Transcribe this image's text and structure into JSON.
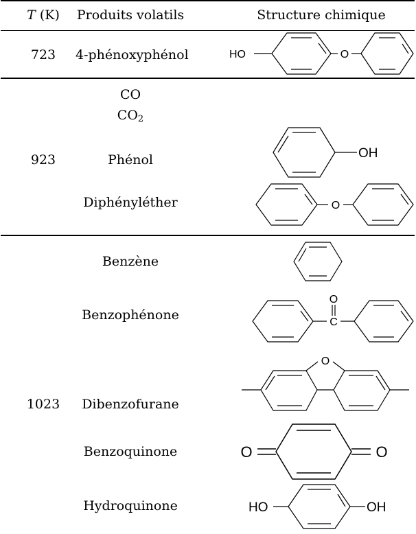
{
  "table": {
    "headers": {
      "temperature_symbol": "T",
      "temperature_unit": " (K)",
      "products": "Produits volatils",
      "structure": "Structure chimique"
    },
    "groups": [
      {
        "temperature": "723",
        "products": [
          {
            "name": "4-phénoxyphénol",
            "structure_labels": [
              "HO",
              "O"
            ]
          }
        ]
      },
      {
        "temperature": "923",
        "products": [
          {
            "name": "CO"
          },
          {
            "name_base": "CO",
            "name_subscript": "2"
          },
          {
            "name": "Phénol",
            "structure_labels": [
              "OH"
            ]
          },
          {
            "name": "Diphényléther",
            "structure_labels": [
              "O"
            ]
          }
        ]
      },
      {
        "temperature": "1023",
        "products": [
          {
            "name": "Benzène"
          },
          {
            "name": "Benzophénone",
            "structure_labels": [
              "O",
              "C"
            ]
          },
          {
            "name": "Dibenzofurane",
            "structure_labels": [
              "O"
            ]
          },
          {
            "name": "Benzoquinone",
            "structure_labels": [
              "O",
              "O"
            ]
          },
          {
            "name": "Hydroquinone",
            "structure_labels": [
              "HO",
              "OH"
            ]
          }
        ]
      }
    ]
  }
}
